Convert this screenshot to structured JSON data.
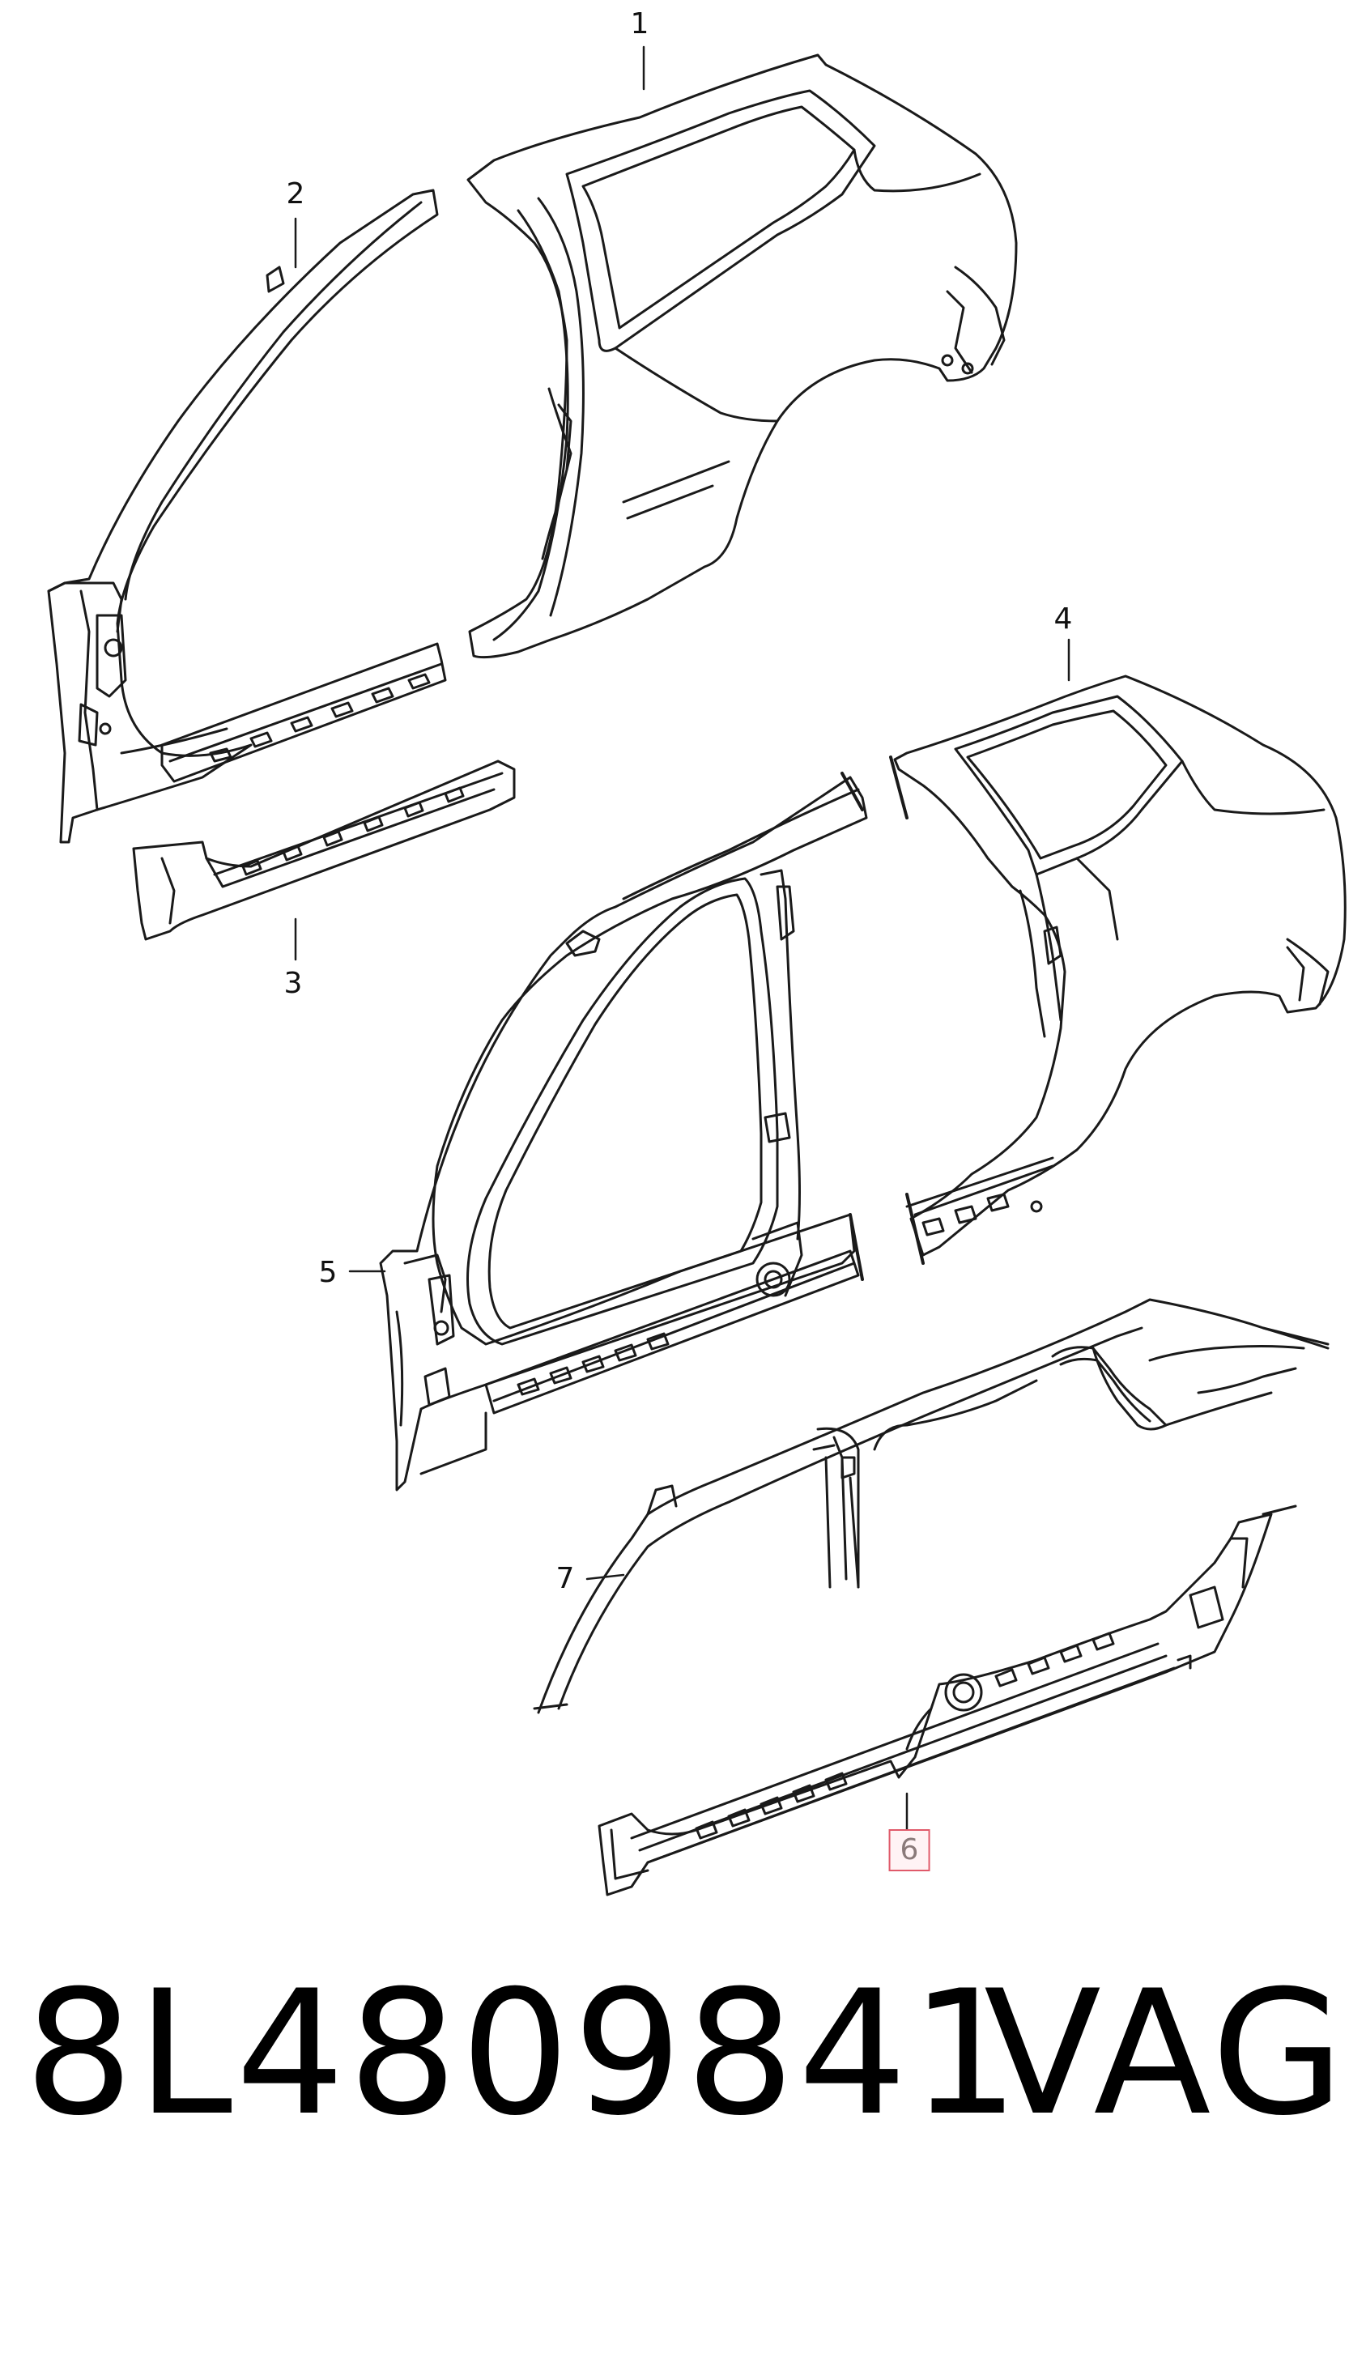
{
  "diagram": {
    "callouts": [
      {
        "id": "1",
        "label": "1"
      },
      {
        "id": "2",
        "label": "2"
      },
      {
        "id": "3",
        "label": "3"
      },
      {
        "id": "4",
        "label": "4"
      },
      {
        "id": "5",
        "label": "5"
      },
      {
        "id": "6",
        "label": "6",
        "highlighted": true
      },
      {
        "id": "7",
        "label": "7"
      }
    ],
    "highlight_color": "#e05a6a"
  },
  "footer": {
    "part_number": "8L4809841",
    "brand": "VAG"
  }
}
